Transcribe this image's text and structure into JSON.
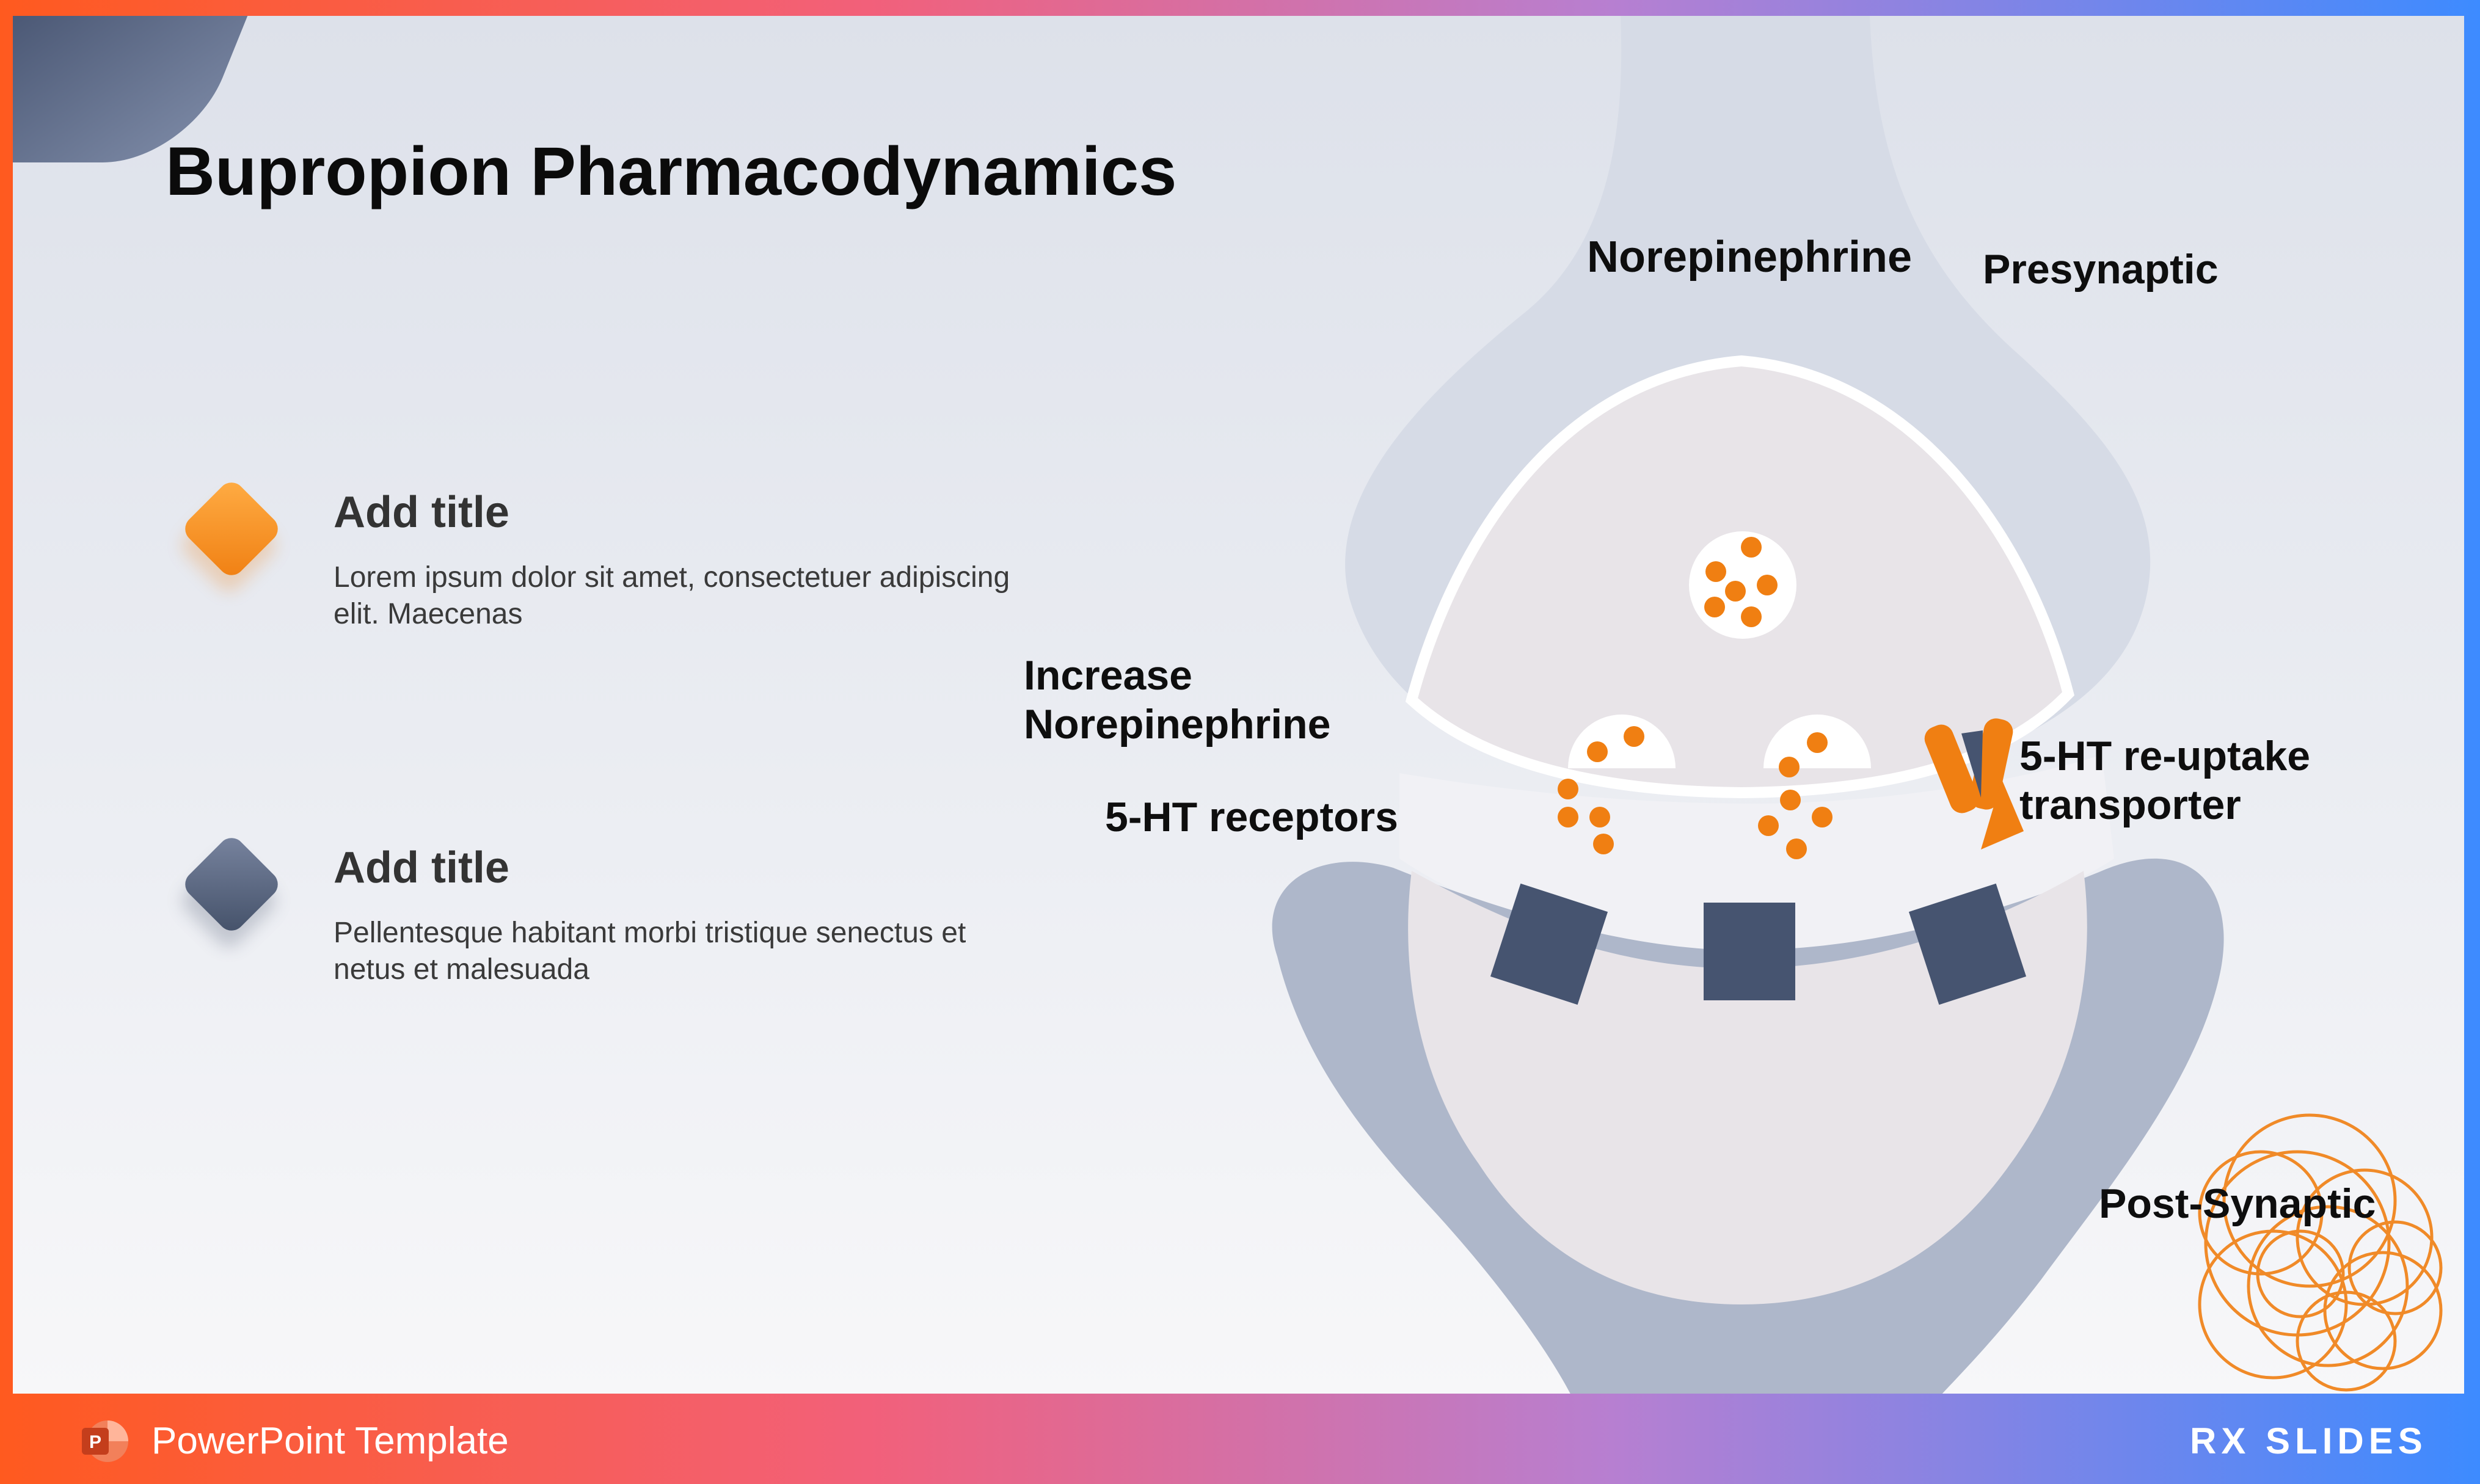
{
  "slide": {
    "title": "Bupropion Pharmacodynamics"
  },
  "bullets": [
    {
      "title": "Add title",
      "body": "Lorem ipsum dolor sit amet, consectetuer adipiscing elit. Maecenas",
      "color": "#f07f12"
    },
    {
      "title": "Add title",
      "body": "Pellentesque habitant morbi tristique senectus et netus et malesuada",
      "color": "#435068"
    }
  ],
  "diagram": {
    "labels": {
      "norepinephrine": "Norepinephrine",
      "presynaptic": "Presynaptic",
      "increase_norepinephrine": "Increase Norepinephrine",
      "receptors": "5-HT receptors",
      "reuptake": "5-HT re-uptake transporter",
      "post_synaptic": "Post-Synaptic"
    },
    "colors": {
      "neuron": "#aeb7ca",
      "neuron_light": "#d7dce7",
      "cell_interior": "#e8e4e8",
      "vesicle_dots": "#f07f12",
      "receptor": "#465470",
      "transporter": "#f07f12"
    }
  },
  "footer": {
    "template_label": "PowerPoint Template",
    "brand": "RX SLIDES",
    "app_icon": "powerpoint-icon"
  }
}
